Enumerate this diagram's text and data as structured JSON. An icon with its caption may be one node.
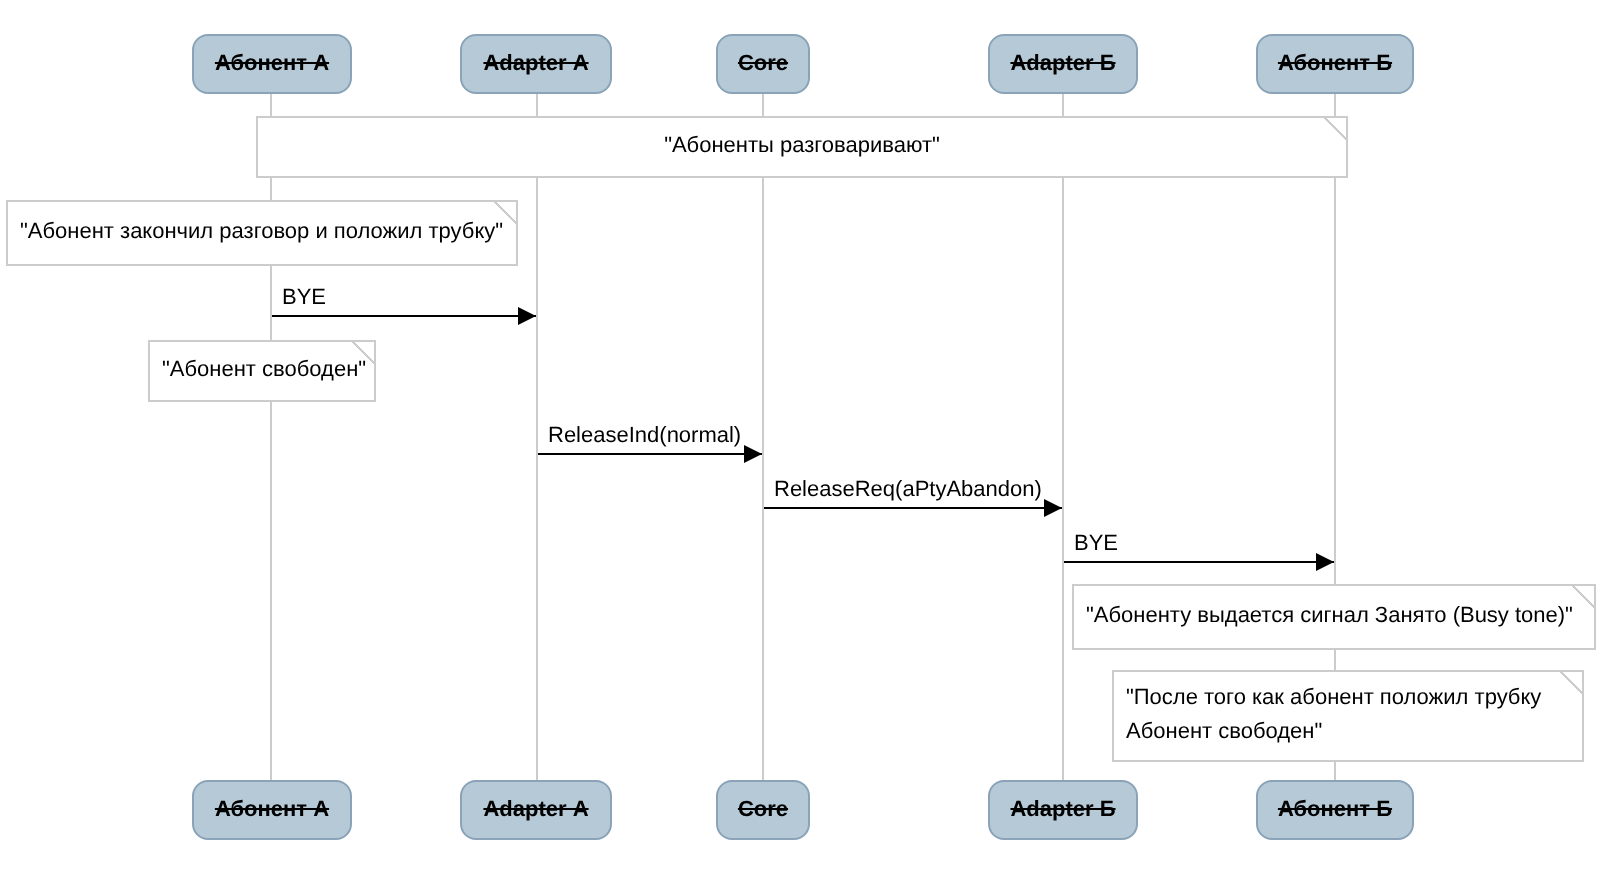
{
  "diagram": {
    "nodes": [
      {
        "text": [
          "Абонент А"
        ]
      },
      {
        "text": [
          "Adapter А"
        ]
      },
      {
        "text": [
          "Core"
        ]
      },
      {
        "text": [
          "Adapter Б"
        ]
      },
      {
        "text": [
          "Абонент Б"
        ]
      },
      {
        "text": [],
        "shape": "line"
      },
      {
        "text": [],
        "shape": "line"
      },
      {
        "text": [],
        "shape": "line"
      },
      {
        "text": [],
        "shape": "line"
      },
      {
        "text": [],
        "shape": "line"
      },
      {
        "text": [
          "\"Абоненты разговаривают\""
        ]
      },
      {
        "text": [
          "\"Абонент закончил разговор и положил трубку\""
        ]
      },
      {
        "text": [
          "\"Абонент свободен\""
        ]
      },
      {
        "text": [
          "\"Абоненту выдается сигнал Занято (Busy tone)\""
        ]
      },
      {
        "text": [
          "\"После того как абонент положил трубку Абонент свободен\""
        ]
      },
      {
        "text": [
          "Абонент А"
        ]
      },
      {
        "text": [
          "Adapter А"
        ]
      },
      {
        "text": [
          "Core"
        ]
      },
      {
        "text": [
          "Adapter Б"
        ]
      },
      {
        "text": [
          "Абонент Б"
        ]
      }
    ],
    "edges": [
      {
        "from": 5,
        "to": 6,
        "arrow": "to",
        "label": "BYE"
      },
      {
        "from": 6,
        "to": 7,
        "arrow": "to",
        "label": "ReleaseInd(normal)"
      },
      {
        "from": 7,
        "to": 8,
        "arrow": "to",
        "label": "ReleaseReq(aPtyAbandon)"
      },
      {
        "from": 8,
        "to": 9,
        "arrow": "to",
        "label": "BYE"
      }
    ]
  }
}
